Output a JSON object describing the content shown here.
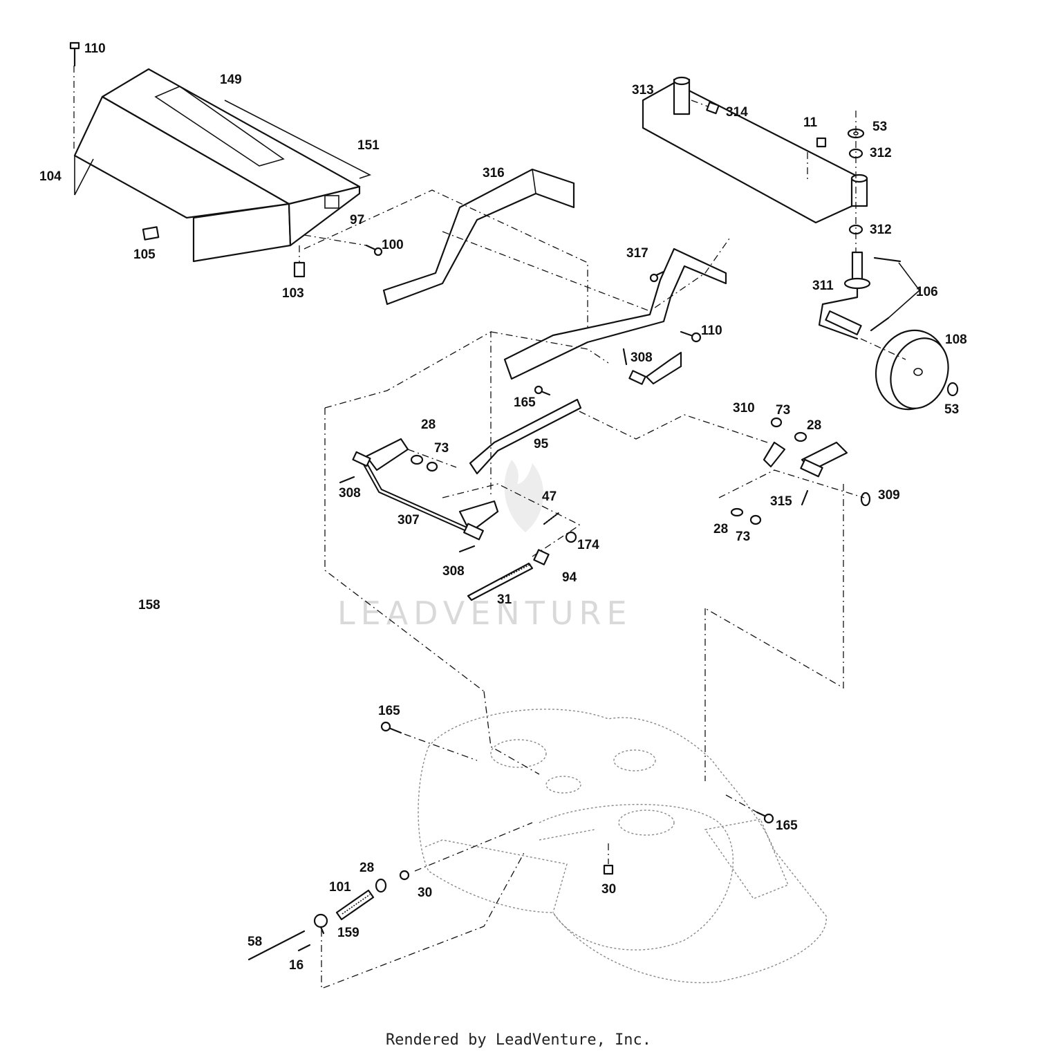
{
  "footer": "Rendered by LeadVenture, Inc.",
  "watermark": "LEADVENTURE",
  "labels": [
    "110",
    "149",
    "151",
    "104",
    "97",
    "105",
    "100",
    "103",
    "316",
    "313",
    "314",
    "11",
    "53",
    "312",
    "312",
    "317",
    "311",
    "106",
    "110",
    "108",
    "53",
    "308",
    "165",
    "310",
    "73",
    "28",
    "95",
    "28",
    "73",
    "308",
    "307",
    "47",
    "174",
    "94",
    "308",
    "31",
    "315",
    "309",
    "28",
    "73",
    "158",
    "165",
    "165",
    "101",
    "28",
    "30",
    "30",
    "159",
    "58",
    "16"
  ]
}
